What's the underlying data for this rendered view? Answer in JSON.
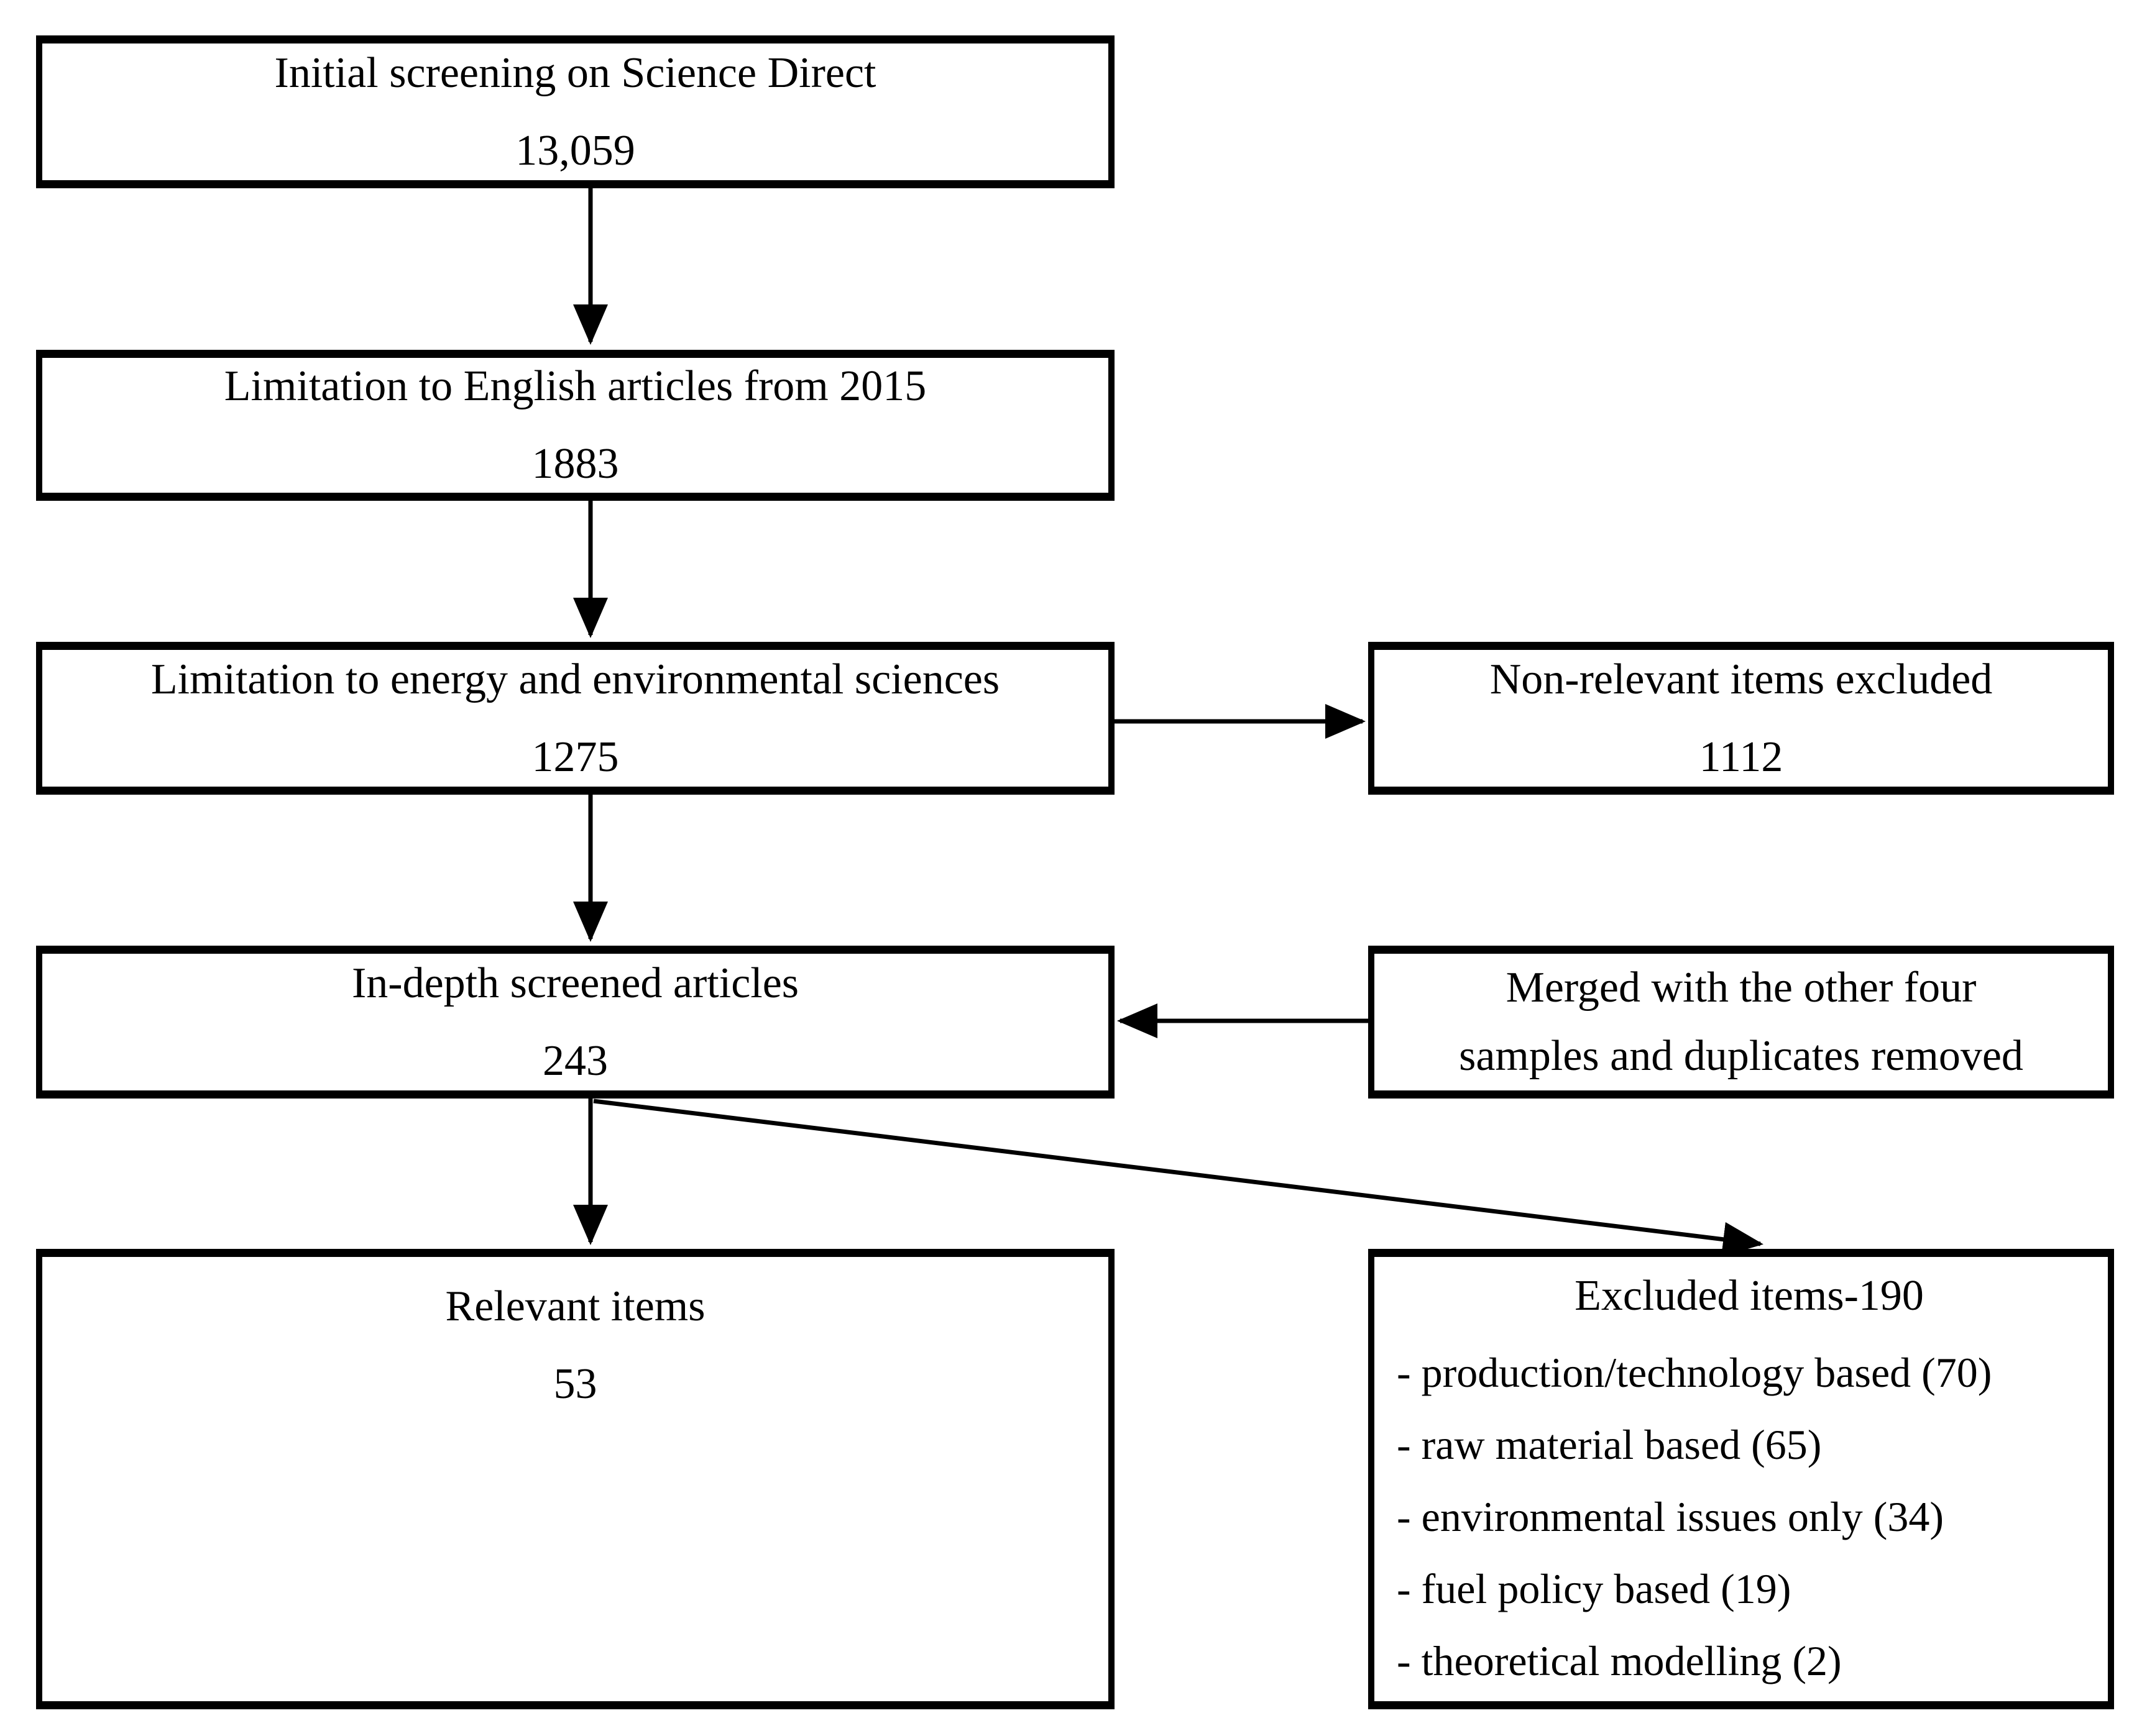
{
  "colors": {
    "background": "#ffffff",
    "line": "#000000",
    "text": "#000000"
  },
  "boxes": {
    "initial": {
      "label": "Initial screening on Science Direct",
      "value": "13,059"
    },
    "english": {
      "label": "Limitation to English articles from 2015",
      "value": "1883"
    },
    "energy": {
      "label": "Limitation to energy and environmental sciences",
      "value": "1275"
    },
    "indepth": {
      "label": "In-depth screened articles",
      "value": "243"
    },
    "relevant": {
      "label": "Relevant items",
      "value": "53"
    },
    "nonrelevant": {
      "label": "Non-relevant items excluded",
      "value": "1112"
    },
    "merged": {
      "lines": [
        "Merged with the other four",
        "samples and duplicates removed"
      ]
    },
    "excluded": {
      "title": "Excluded items-190",
      "items": [
        "- production/technology based (70)",
        "- raw material based (65)",
        "- environmental issues only (34)",
        "- fuel policy based (19)",
        "- theoretical modelling (2)"
      ]
    }
  }
}
